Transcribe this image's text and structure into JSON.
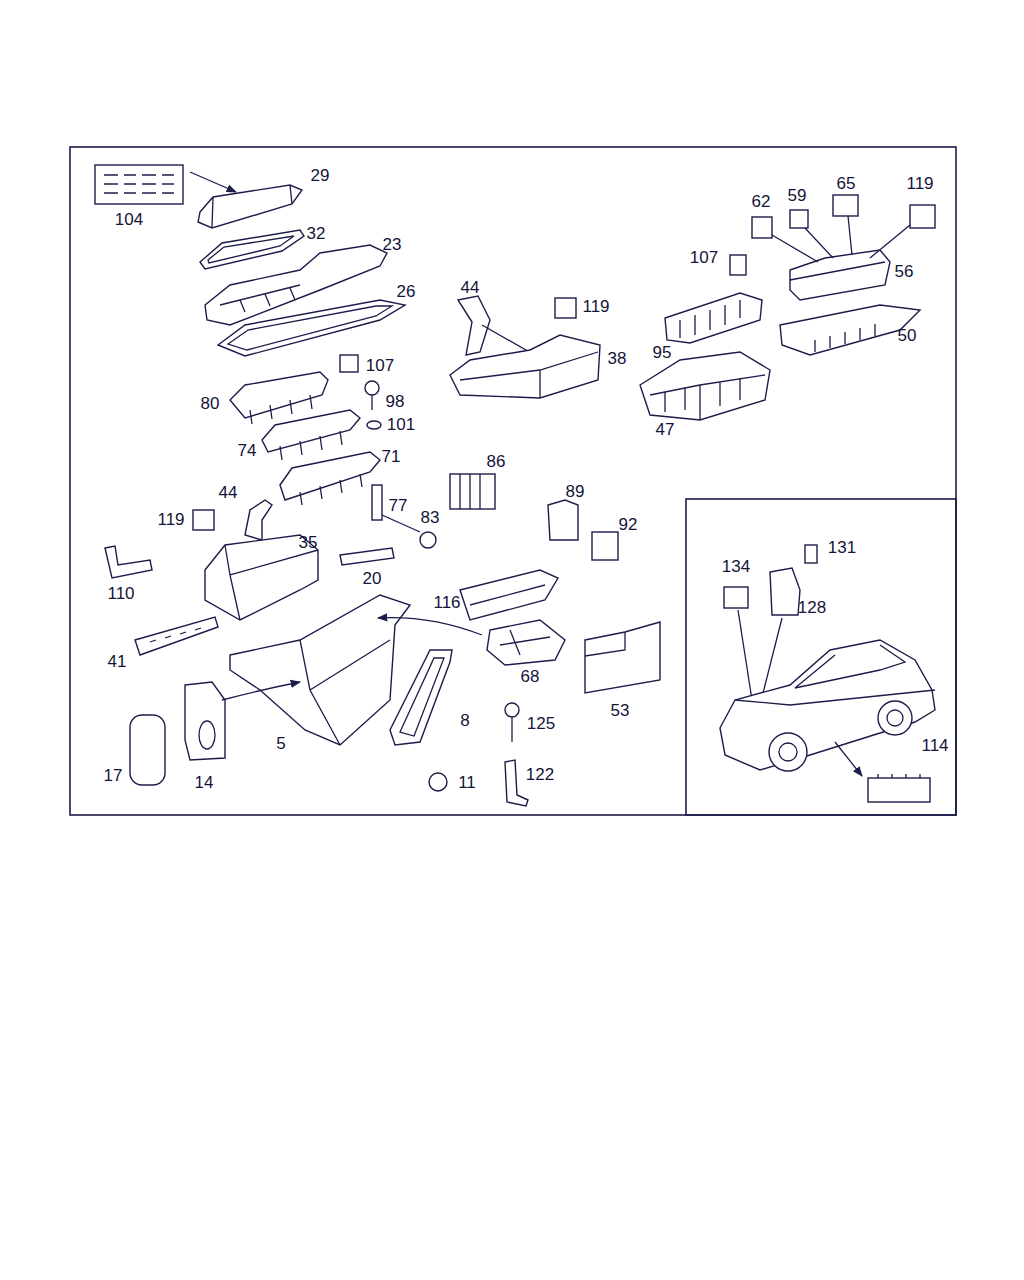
{
  "diagram": {
    "labels": [
      "29",
      "104",
      "32",
      "23",
      "26",
      "44",
      "119",
      "38",
      "107",
      "95",
      "47",
      "62",
      "59",
      "65",
      "119",
      "56",
      "50",
      "107",
      "98",
      "80",
      "101",
      "74",
      "71",
      "86",
      "89",
      "92",
      "44",
      "119",
      "77",
      "83",
      "35",
      "20",
      "110",
      "41",
      "116",
      "68",
      "53",
      "8",
      "125",
      "5",
      "11",
      "122",
      "17",
      "14",
      "134",
      "131",
      "128",
      "114"
    ]
  }
}
